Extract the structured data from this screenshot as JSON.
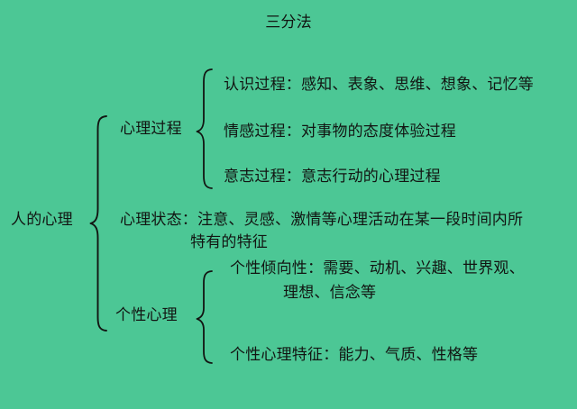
{
  "page": {
    "title": "三分法",
    "background_color": "#4cc795",
    "text_color": "#121512"
  },
  "diagram": {
    "type": "brace-mindmap",
    "root": {
      "label": "人的心理"
    },
    "branches": [
      {
        "label": "心理过程",
        "children": [
          {
            "lines": [
              "认识过程：感知、表象、思维、想象、记忆等"
            ]
          },
          {
            "lines": [
              "情感过程：对事物的态度体验过程"
            ]
          },
          {
            "lines": [
              "意志过程：意志行动的心理过程"
            ]
          }
        ]
      },
      {
        "label": "心理状态：注意、灵感、激情等心理活动在某一段时间内所",
        "label_line2": "特有的特征",
        "children": []
      },
      {
        "label": "个性心理",
        "children": [
          {
            "lines": [
              "个性倾向性：需要、动机、兴趣、世界观、",
              "理想、信念等"
            ]
          },
          {
            "lines": [
              "个性心理特征：能力、气质、性格等"
            ]
          }
        ]
      }
    ],
    "text_items": {
      "title": "三分法",
      "root": "人的心理",
      "branch1_label": "心理过程",
      "branch1_child1": "认识过程：感知、表象、思维、想象、记忆等",
      "branch1_child2": "情感过程：对事物的态度体验过程",
      "branch1_child3": "意志过程：意志行动的心理过程",
      "branch2_label": "心理状态：注意、灵感、激情等心理活动在某一段时间内所",
      "branch2_label_cont": "特有的特征",
      "branch3_label": "个性心理",
      "branch3_child1_line1": "个性倾向性：需要、动机、兴趣、世界观、",
      "branch3_child1_line2": "理想、信念等",
      "branch3_child2": "个性心理特征：能力、气质、性格等"
    }
  }
}
